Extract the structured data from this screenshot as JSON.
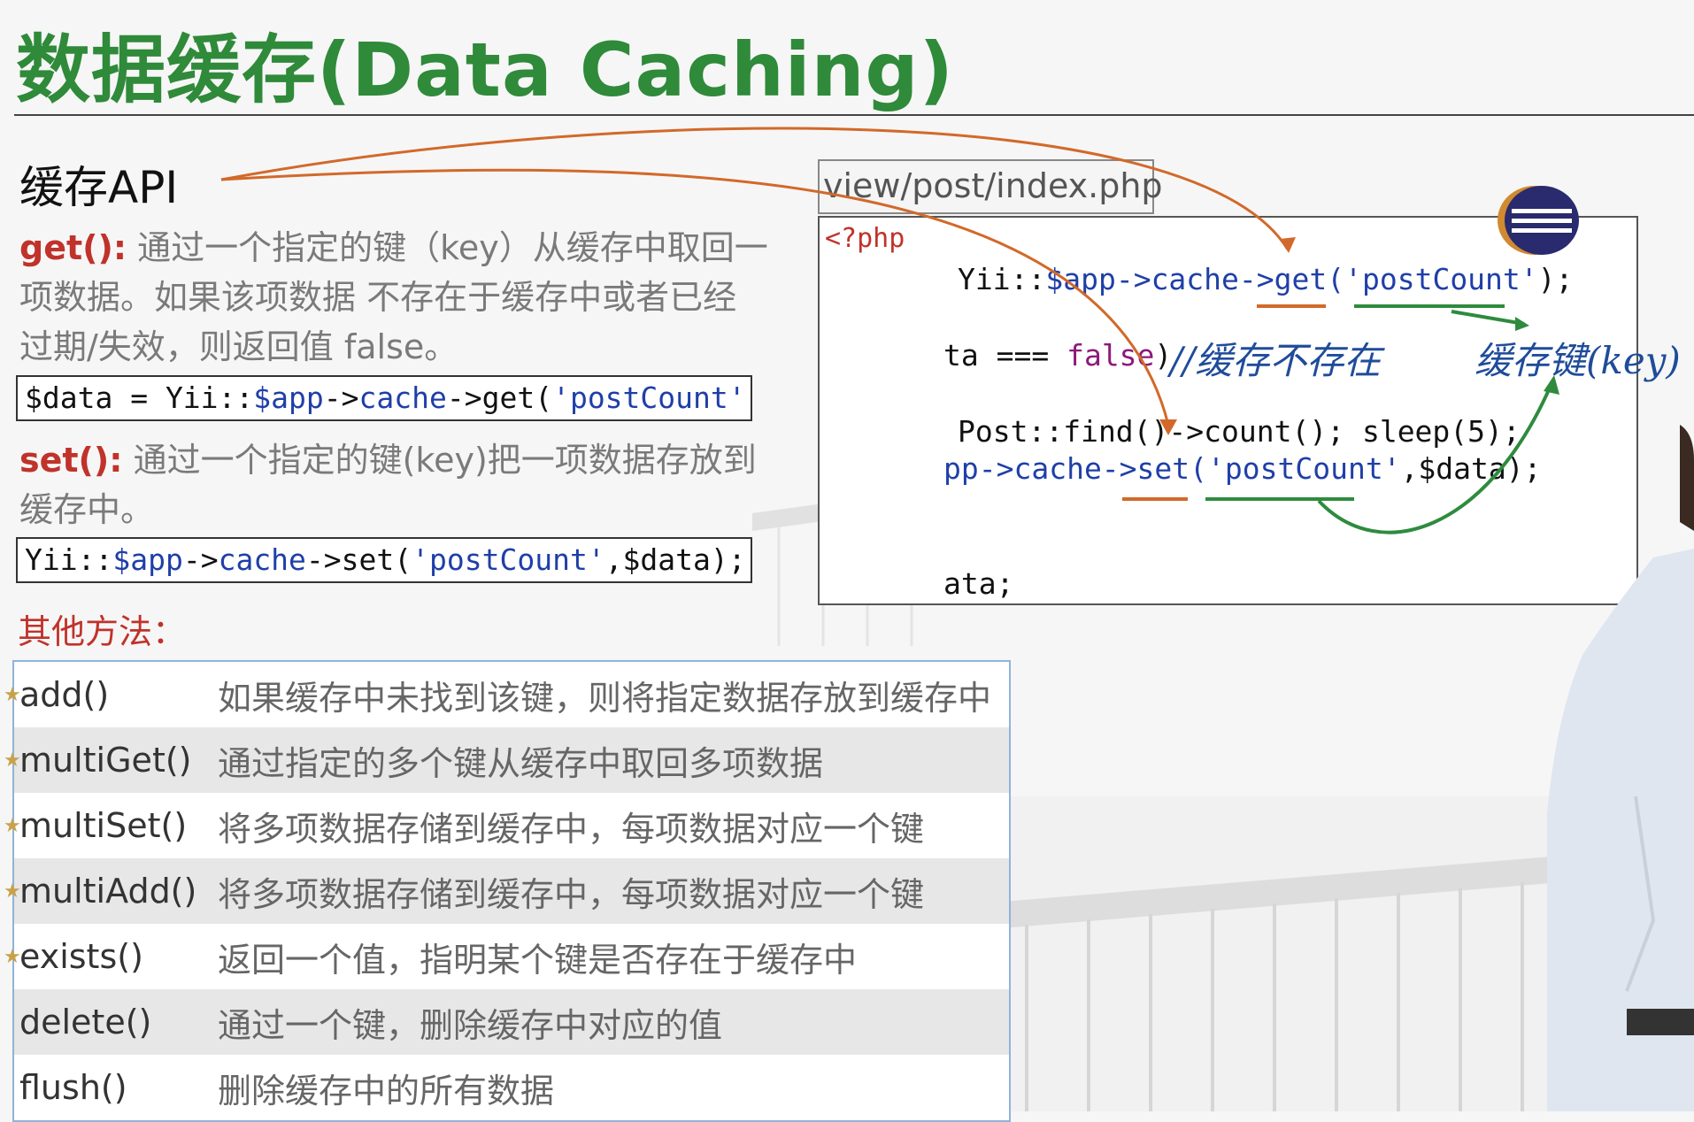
{
  "title": "数据缓存(Data Caching)",
  "section": "缓存API",
  "get": {
    "keyword": "get():",
    "lines": [
      "通过一个指定的键（key）从缓存中取回一",
      "项数据。如果该项数据 不存在于缓存中或者已经",
      "过期/失效，则返回值 false。"
    ],
    "code": [
      "$data = Yii::",
      "$app",
      "->",
      "cache",
      "->get(",
      "'postCount'",
      ");"
    ]
  },
  "set": {
    "keyword": "set():",
    "lines": [
      "通过一个指定的键(key)把一项数据存放到",
      "缓存中。"
    ],
    "code": [
      "Yii::",
      "$app",
      "->",
      "cache",
      "->set(",
      "'postCount'",
      ",$data);"
    ]
  },
  "other_methods_label": "其他方法：",
  "methods": [
    {
      "name": "add()",
      "desc": "如果缓存中未找到该键，则将指定数据存放到缓存中"
    },
    {
      "name": "multiGet()",
      "desc": "通过指定的多个键从缓存中取回多项数据"
    },
    {
      "name": "multiSet()",
      "desc": "将多项数据存储到缓存中，每项数据对应一个键"
    },
    {
      "name": "multiAdd()",
      "desc": "将多项数据存储到缓存中，每项数据对应一个键"
    },
    {
      "name": "exists()",
      "desc": "返回一个值，指明某个键是否存在于缓存中"
    },
    {
      "name": "delete()",
      "desc": "通过一个键，删除缓存中对应的值"
    },
    {
      "name": "flush()",
      "desc": "删除缓存中的所有数据"
    }
  ],
  "editor": {
    "file": "view/post/index.php",
    "open_tag": "<?php",
    "line1": [
      "Yii::",
      "$app",
      "->cache->get(",
      "'postCount'",
      ");"
    ],
    "line2": [
      "ta === ",
      "false",
      ")"
    ],
    "line3": "Post::find()->count();  sleep(5);",
    "line4": [
      "pp->cache->set(",
      "'postCount'",
      ",$data);"
    ],
    "line5": "ata;"
  },
  "annotations": {
    "not_exist": "//缓存不存在",
    "cache_key": "缓存键(key)"
  },
  "colors": {
    "title": "#2f8a3a",
    "keyword": "#c0322a",
    "variable": "#1f3fa8",
    "arrow_orange": "#d2692a",
    "arrow_green": "#2e8b3e"
  }
}
